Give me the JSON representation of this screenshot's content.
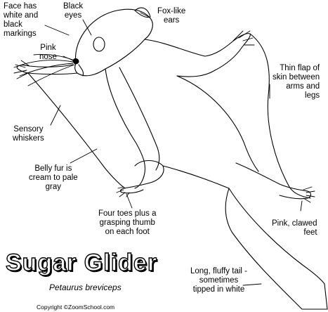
{
  "diagram": {
    "labels": {
      "face": "Face has\nwhite and\nblack\nmarkings",
      "eyes": "Black\neyes",
      "ears": "Fox-like\nears",
      "nose": "Pink\nnose",
      "skin_flap": "Thin flap of\nskin between\narms and\nlegs",
      "whiskers": "Sensory\nwhiskers",
      "belly": "Belly fur is\ncream to pale\ngray",
      "toes": "Four toes plus a\ngrasping thumb\non each foot",
      "feet": "Pink, clawed\nfeet",
      "tail": "Long, fluffy tail -\nsometimes\ntipped in white"
    },
    "title": "Sugar Glider",
    "scientific_name": "Petaurus breviceps",
    "copyright": "Copyright ©ZoomSchool.com"
  }
}
